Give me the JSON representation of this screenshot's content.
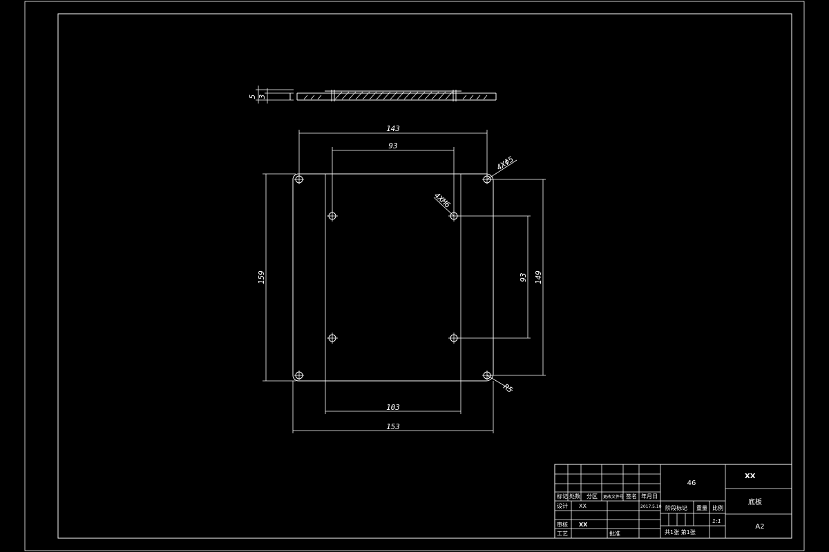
{
  "drawing": {
    "section_dims": {
      "thickness": "5",
      "step": "3"
    },
    "dims": {
      "top_outer": "143",
      "top_inner": "93",
      "left_height": "159",
      "right_outer": "149",
      "right_inner": "93",
      "bottom_inner": "103",
      "bottom_outer": "153",
      "corner_holes": "4XΦ5",
      "inner_holes": "4XM6",
      "radius": "R5"
    }
  },
  "title_block": {
    "header_cells": [
      "标记",
      "处数",
      "分区",
      "更改文件号",
      "签名",
      "年月日"
    ],
    "designer_label": "设计",
    "designer_value": "XX",
    "date_value": "2017.5.10",
    "checker_label": "审核",
    "checker_value": "XX",
    "process_label": "工艺",
    "approve_label": "批准",
    "material": "46",
    "stage_label": "阶段标记",
    "weight_label": "重量",
    "scale_label": "比例",
    "scale_value": "1:1",
    "sheet_text": "共1张  第1张",
    "company": "XX",
    "part_name": "底板",
    "sheet_size": "A2"
  }
}
